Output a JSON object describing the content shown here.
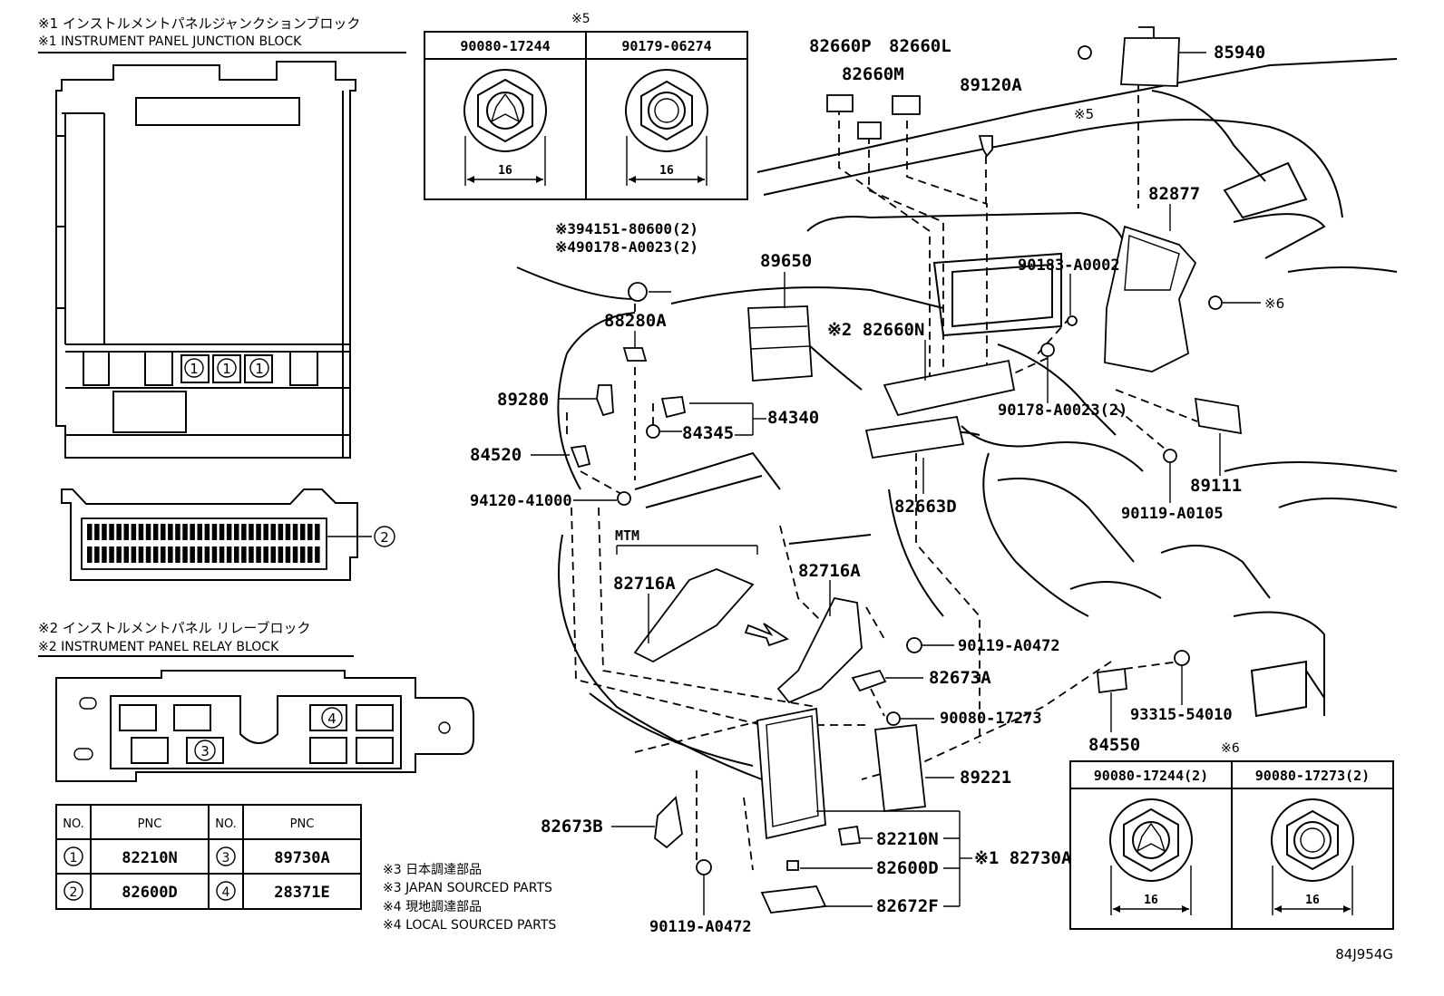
{
  "headers": {
    "ipjb_jp": "※1 インストルメントパネルジャンクションブロック",
    "ipjb_en": "※1 INSTRUMENT PANEL JUNCTION BLOCK",
    "iprb_jp": "※2 インストルメントパネル リレーブロック",
    "iprb_en": "※2 INSTRUMENT PANEL RELAY BLOCK"
  },
  "marks": {
    "jb_pos1": "1",
    "jb_pos2": "2",
    "rb_pos3": "3",
    "rb_pos4": "4"
  },
  "pnc_table": {
    "col_no": "NO.",
    "col_pnc": "PNC",
    "rows": [
      {
        "no1": "1",
        "pnc1": "82210N",
        "no2": "3",
        "pnc2": "89730A"
      },
      {
        "no1": "2",
        "pnc1": "82600D",
        "no2": "4",
        "pnc2": "28371E"
      }
    ]
  },
  "footnotes": [
    "※3  日本調達部品",
    "※3  JAPAN SOURCED PARTS",
    "※4  現地調達部品",
    "※4  LOCAL SOURCED PARTS"
  ],
  "box5": {
    "mark": "※5",
    "left_pn": "90080-17244",
    "right_pn": "90179-06274",
    "dim_left": "16",
    "dim_right": "16"
  },
  "box6": {
    "mark": "※6",
    "left_pn": "90080-17244(2)",
    "right_pn": "90080-17273(2)",
    "dim_left": "16",
    "dim_right": "16"
  },
  "parts": {
    "p82660P": "82660P",
    "p82660L": "82660L",
    "p82660M": "82660M",
    "p89120A": "89120A",
    "p85940": "85940",
    "m5": "※5",
    "p82877": "82877",
    "p94151": "※394151-80600(2)",
    "p90178a": "※490178-A0023(2)",
    "p89650": "89650",
    "p90183": "90183-A0002",
    "m6": "※6",
    "p88280A": "88280A",
    "p82660N": "※2 82660N",
    "p89280": "89280",
    "p84340": "84340",
    "p84345": "84345",
    "p90178b": "90178-A0023(2)",
    "p89111": "89111",
    "p84520": "84520",
    "p82663D": "82663D",
    "p90119b": "90119-A0105",
    "p94120": "94120-41000",
    "mtm": "MTM",
    "p82716A_l": "82716A",
    "p82716A_r": "82716A",
    "p90119c": "90119-A0472",
    "p82673A": "82673A",
    "p90080": "90080-17273",
    "p84550": "84550",
    "p93315": "93315-54010",
    "p89221": "89221",
    "p82673B": "82673B",
    "p82210N": "82210N",
    "p82730A": "※1 82730A",
    "p82600D": "82600D",
    "p82672F": "82672F",
    "p90119d": "90119-A0472"
  },
  "figure_code": "84J954G"
}
